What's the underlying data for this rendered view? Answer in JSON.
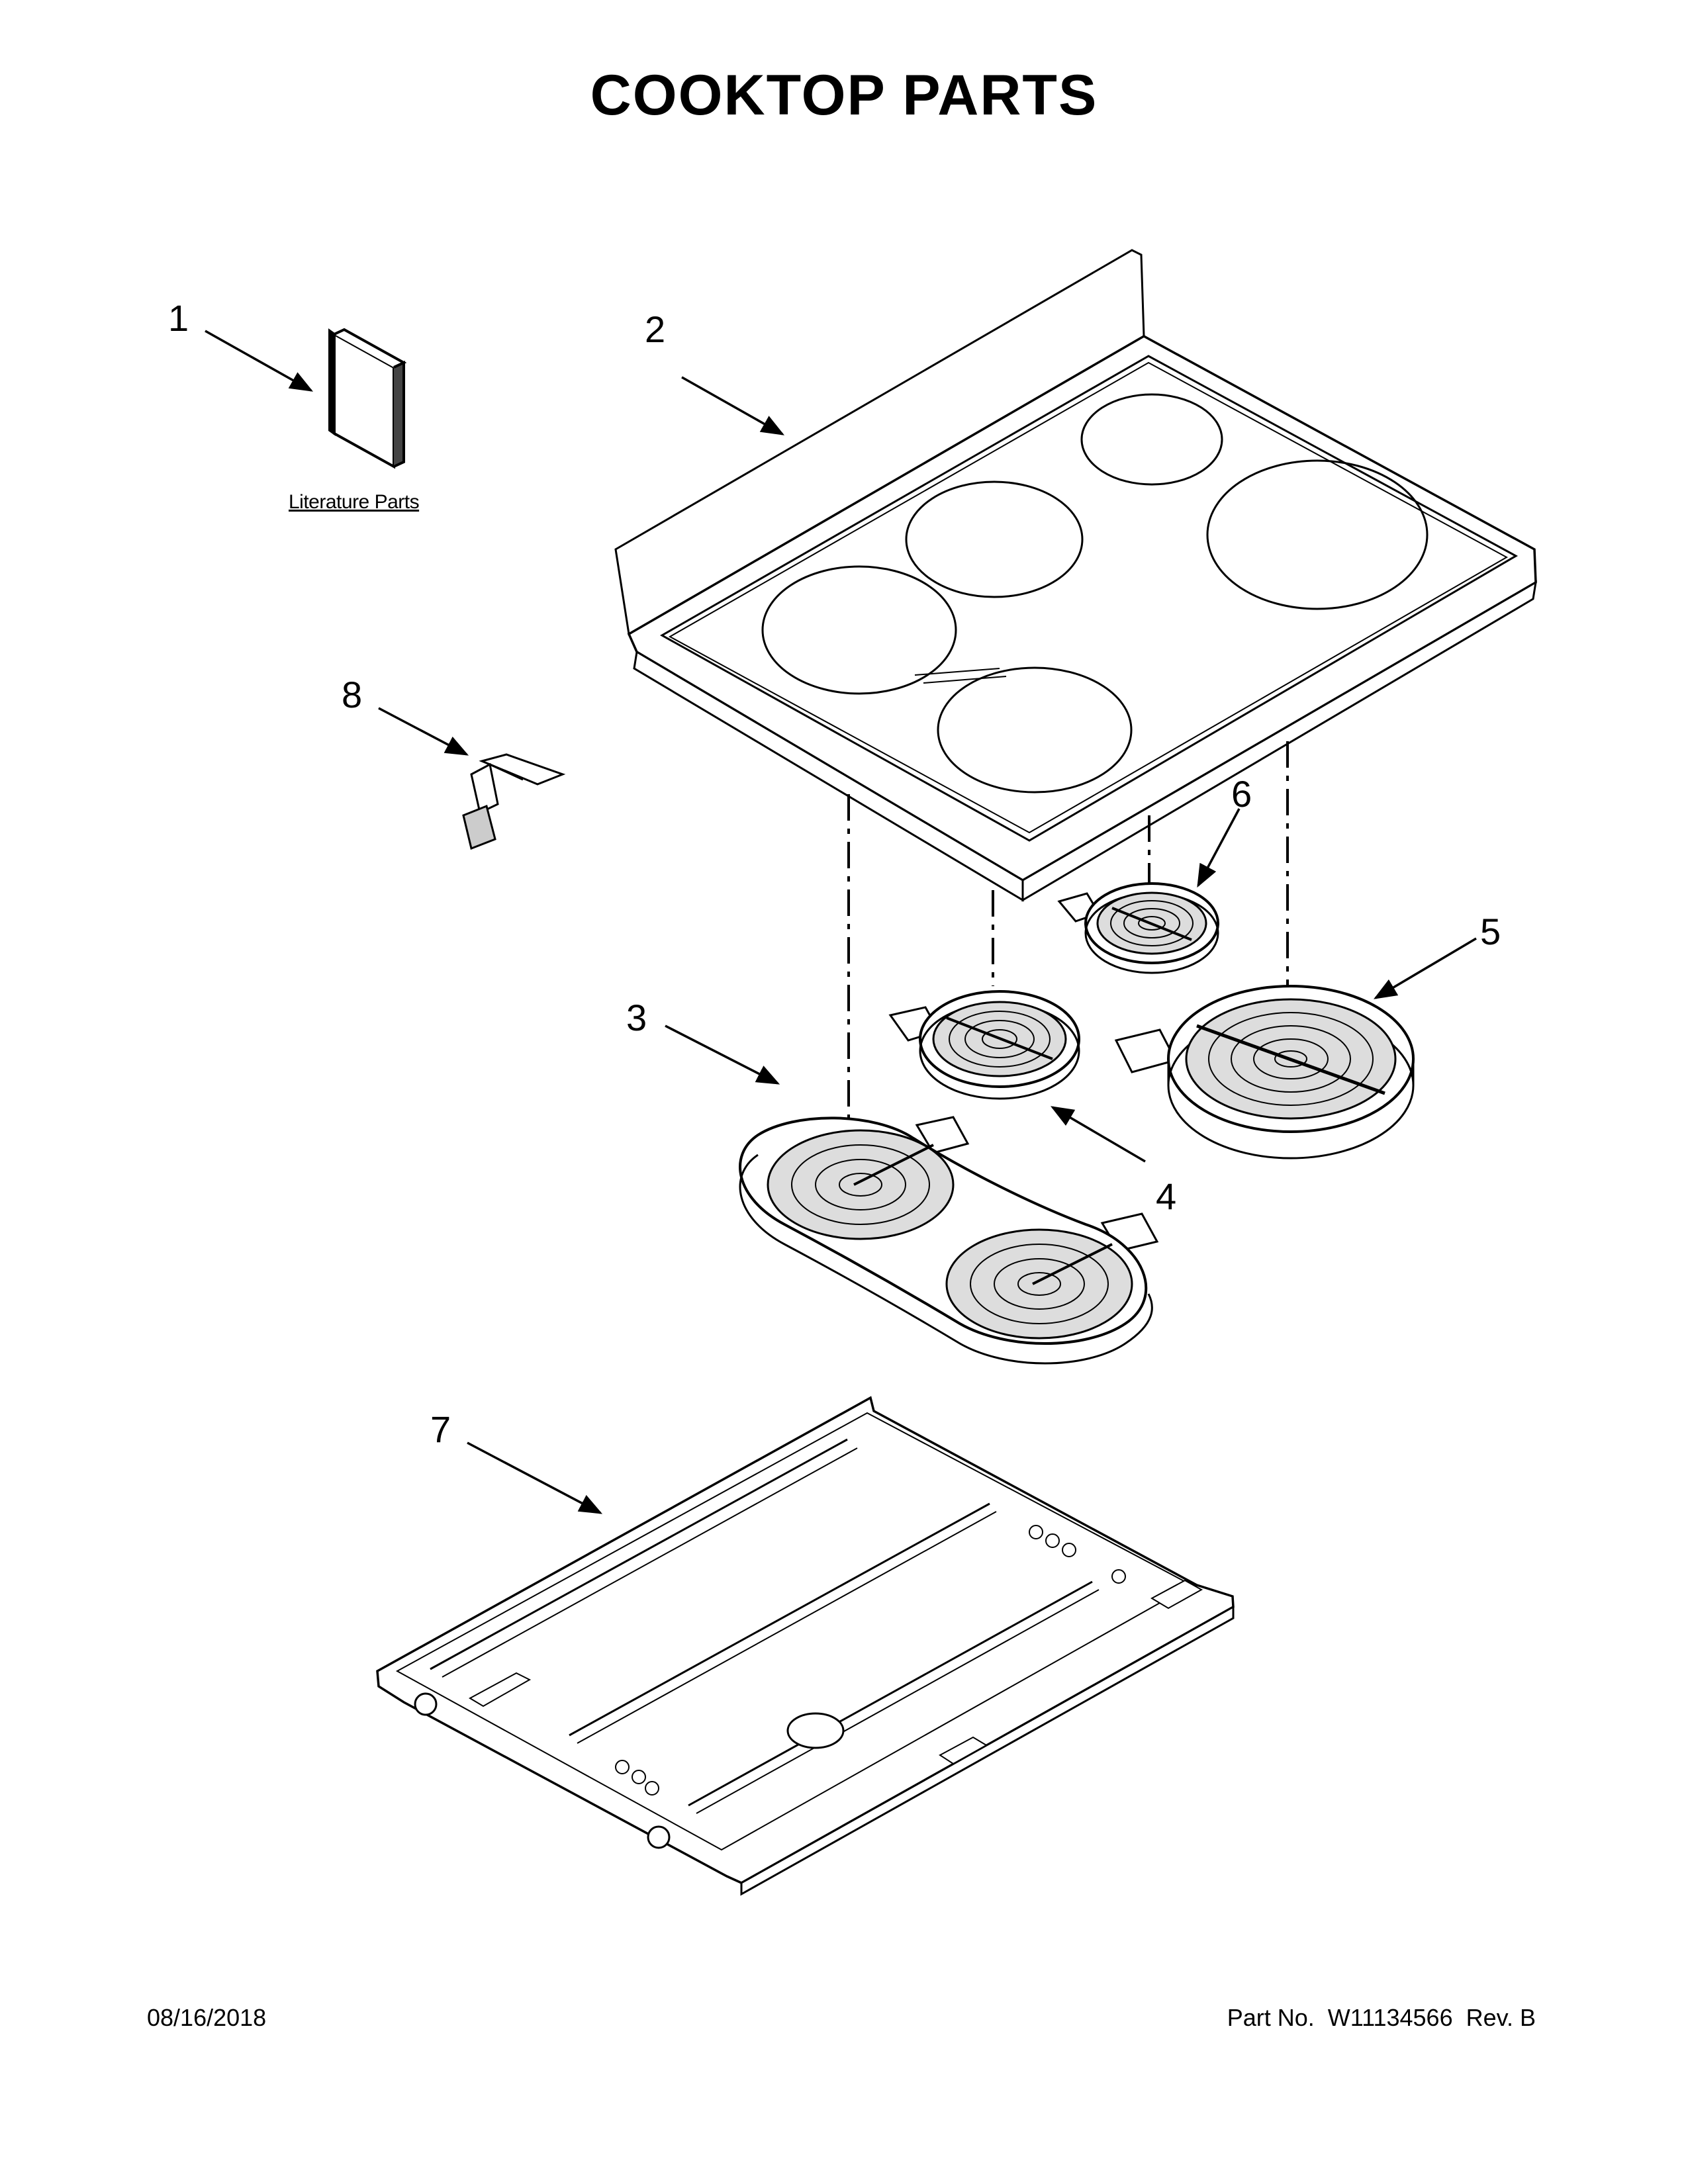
{
  "title": "COOKTOP PARTS",
  "callouts": {
    "c1": "1",
    "c2": "2",
    "c3": "3",
    "c4": "4",
    "c5": "5",
    "c6": "6",
    "c7": "7",
    "c8": "8"
  },
  "literature_label": "Literature Parts",
  "footer": {
    "date": "08/16/2018",
    "part_label": "Part No.",
    "part_number": "W11134566",
    "rev_label": "Rev.",
    "rev": "B"
  }
}
